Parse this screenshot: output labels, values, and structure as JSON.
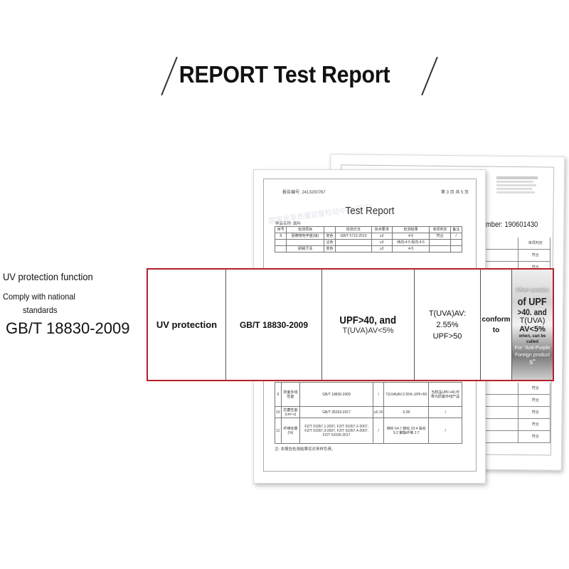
{
  "heading": {
    "title": "REPORT Test Report"
  },
  "left_panel": {
    "feature": "UV protection function",
    "comply_line1": "Comply with national",
    "comply_line2": "standards",
    "standard": "GB/T 18830-2009"
  },
  "report_number": "Number: 190601430",
  "document": {
    "header_left": "报告编号: 2413200767",
    "header_right": "第 3 页 共 5 页",
    "title": "Test Report",
    "sample_name": "样品名称: 面料",
    "watermark": "国家皮革质量监督检验中心(浙江)",
    "columns": [
      "序号",
      "检测项目",
      "",
      "检测方法",
      "技术要求",
      "检测结果",
      "单项判定",
      "备注"
    ],
    "top_rows": [
      [
        "8",
        "耐摩擦色牢度(级)",
        "变色",
        "GB/T 5713-2013",
        "≥3",
        "4-5",
        "符合",
        "/"
      ],
      [
        "",
        "",
        "沾色",
        "",
        "≥3",
        "纬向:4-5 经向:4-5",
        "",
        ""
      ],
      [
        "",
        "耐碱汗渍",
        "变色",
        "",
        "≥3",
        "4-5",
        "",
        ""
      ]
    ],
    "bottom_rows": [
      [
        "9",
        "防紫外线性能",
        "GB/T 18830-2009",
        "/",
        "T(UVA)AV:2.55% UPF>50",
        "当样品UPF>40,可称为防紫外线产品"
      ],
      [
        "10",
        "抗菌性能(cm²·s)",
        "GB/T 35263-2017",
        "≥0.15",
        "0.28",
        "/"
      ],
      [
        "11",
        "纤维含量(%)",
        "FZ/T 01057.1-2007, FZ/T 01057.2-2007, FZ/T 01057.3-2007, FZ/T 01057.4-2007, FZ/T 01026-2017",
        "/",
        "棉纶 64.7 锦纶 23.4 氨纶 9.2 聚酯纤维 2.7",
        "/"
      ]
    ],
    "footnote": "注: 本报告检测结果仅对来样负责。",
    "back_rows": [
      "符合",
      "符合",
      "符合",
      "符合",
      "符合",
      "符合",
      "符合"
    ],
    "back_header": [
      "",
      "单项判定"
    ]
  },
  "band": {
    "item": "UV protection",
    "method": "GB/T 18830-2009",
    "requirement_line1": "UPF>40, and",
    "requirement_line2": "T(UVA)AV<5%",
    "result_line1": "T(UVA)AV:",
    "result_line2": "2.55%",
    "result_line3": "UPF>50",
    "verdict_line1": "conform",
    "verdict_line2": "to",
    "note_line1": "When samples",
    "note_line2": "of UPF",
    "note_line3": ">40. and",
    "note_line4": "T(UVA)",
    "note_line5": "AV<5%",
    "note_line6": "when, can be called",
    "note_line7": "For \"Anti-Purple",
    "note_line8": "Foreign product",
    "note_line9": "s\""
  }
}
